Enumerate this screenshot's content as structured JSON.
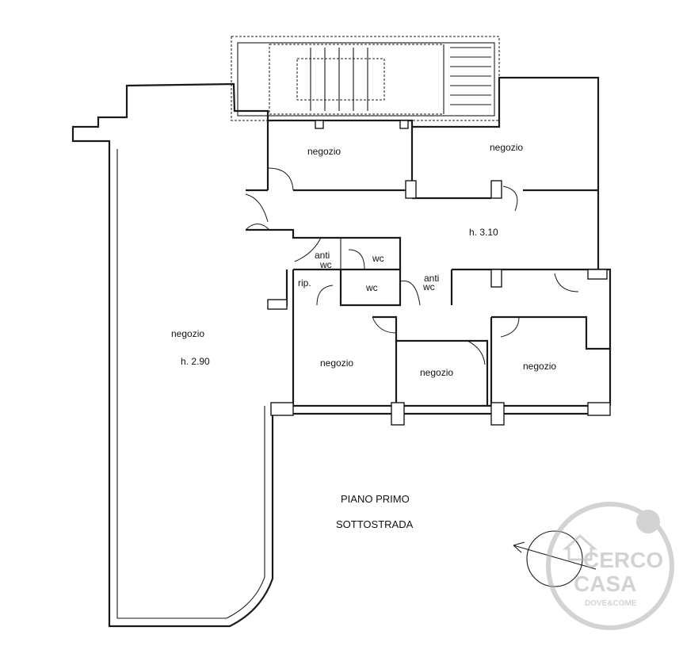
{
  "rooms": [
    {
      "id": "negozio-top-left",
      "label": "negozio"
    },
    {
      "id": "negozio-top-right",
      "label": "negozio"
    },
    {
      "id": "corridor",
      "label": "h. 3.10"
    },
    {
      "id": "antiwc-1-line1",
      "label": "anti"
    },
    {
      "id": "antiwc-1-line2",
      "label": "wc"
    },
    {
      "id": "wc-1",
      "label": "wc"
    },
    {
      "id": "rip",
      "label": "rip."
    },
    {
      "id": "wc-2",
      "label": "wc"
    },
    {
      "id": "antiwc-2-line1",
      "label": "anti"
    },
    {
      "id": "antiwc-2-line2",
      "label": "wc"
    },
    {
      "id": "negozio-big",
      "label": "negozio"
    },
    {
      "id": "negozio-big-height",
      "label": "h. 2.90"
    },
    {
      "id": "negozio-mid-left",
      "label": "negozio"
    },
    {
      "id": "negozio-mid-center",
      "label": "negozio"
    },
    {
      "id": "negozio-mid-right",
      "label": "negozio"
    }
  ],
  "plan_title": {
    "line1": "PIANO PRIMO",
    "line2": "SOTTOSTRADA"
  },
  "watermark": {
    "brand_line1": "CERCO",
    "brand_line2": "CASA",
    "tagline": "DOVE&COME"
  },
  "colors": {
    "lines": "#1a1a1a",
    "watermark": "#b0b0b0",
    "background": "#ffffff"
  }
}
